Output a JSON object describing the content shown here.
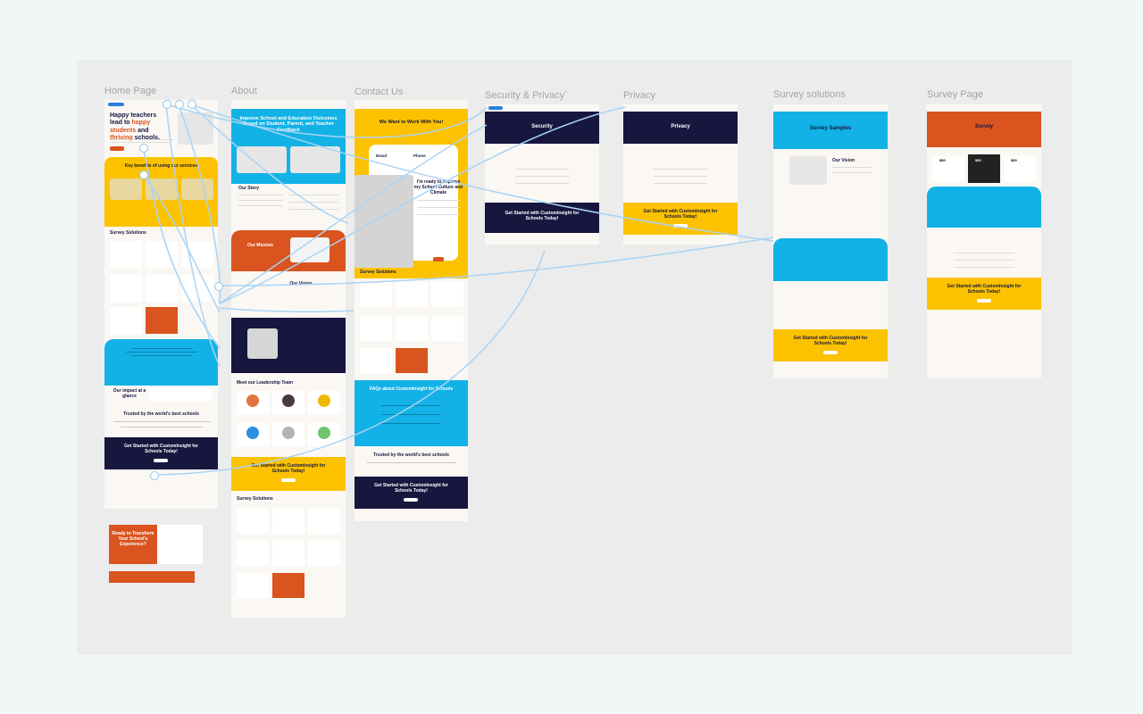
{
  "frames": {
    "home": {
      "label": "Home Page",
      "hero_line1": "Happy teachers",
      "hero_line2": "lead to",
      "hero_accent1": "happy",
      "hero_line3": "students",
      "hero_and": "and",
      "hero_accent2": "thriving",
      "hero_line4": "schools.",
      "benefits_title": "Key benefits of using our services",
      "survey_title": "Survey Solutions",
      "impact_title": "Our impact at a glance",
      "trusted_title": "Trusted by the world's best schools",
      "cta_title": "Get Started with CustomInsight for Schools Today!"
    },
    "about": {
      "label": "About",
      "hero_title": "Improve School and Education Outcomes Based on Student, Parent, and Teacher Feedback",
      "story_title": "Our Story",
      "mission_title": "Our Mission",
      "vision_title": "Our Vision",
      "team_title": "Meet our Leadership Team",
      "cta_title": "Get Started with CustomInsight for Schools Today!",
      "survey_title": "Survey Solutions"
    },
    "contact": {
      "label": "Contact Us",
      "hero_title": "We Want to Work With You!",
      "email_label": "Email",
      "phone_label": "Phone",
      "form_title": "I'm ready to improve my School Culture and Climate",
      "survey_title": "Survey Solutions",
      "faq_title": "FAQs about CustomInsight for Schools",
      "trusted_title": "Trusted by the world's best schools",
      "cta_title": "Get Started with CustomInsight for Schools Today!"
    },
    "security": {
      "label": "Security & Privacy`",
      "hero_title": "Security",
      "cta_title": "Get Started with CustomInsight for Schools Today!"
    },
    "privacy": {
      "label": "Privacy",
      "hero_title": "Privacy",
      "cta_title": "Get Started with CustomInsight for Schools Today!"
    },
    "survey_solutions": {
      "label": "Survey solutions",
      "hero_title": "Survey Samples",
      "vision_title": "Our Vision",
      "cta_title": "Get Started with CustomInsight for Schools Today!"
    },
    "survey_page": {
      "label": "Survey Page",
      "hero_title": "Survey",
      "price1": "$50",
      "price2": "$50",
      "price3": "$50",
      "cta_title": "Get Started with CustomInsight for Schools Today!"
    },
    "popup": {
      "title": "Ready to Transform Your School's Experience?"
    }
  },
  "colors": {
    "yellow": "#fcc200",
    "orange": "#d9541e",
    "navy": "#16163f",
    "blue": "#13b2e6",
    "wire": "#a9d4f5"
  }
}
